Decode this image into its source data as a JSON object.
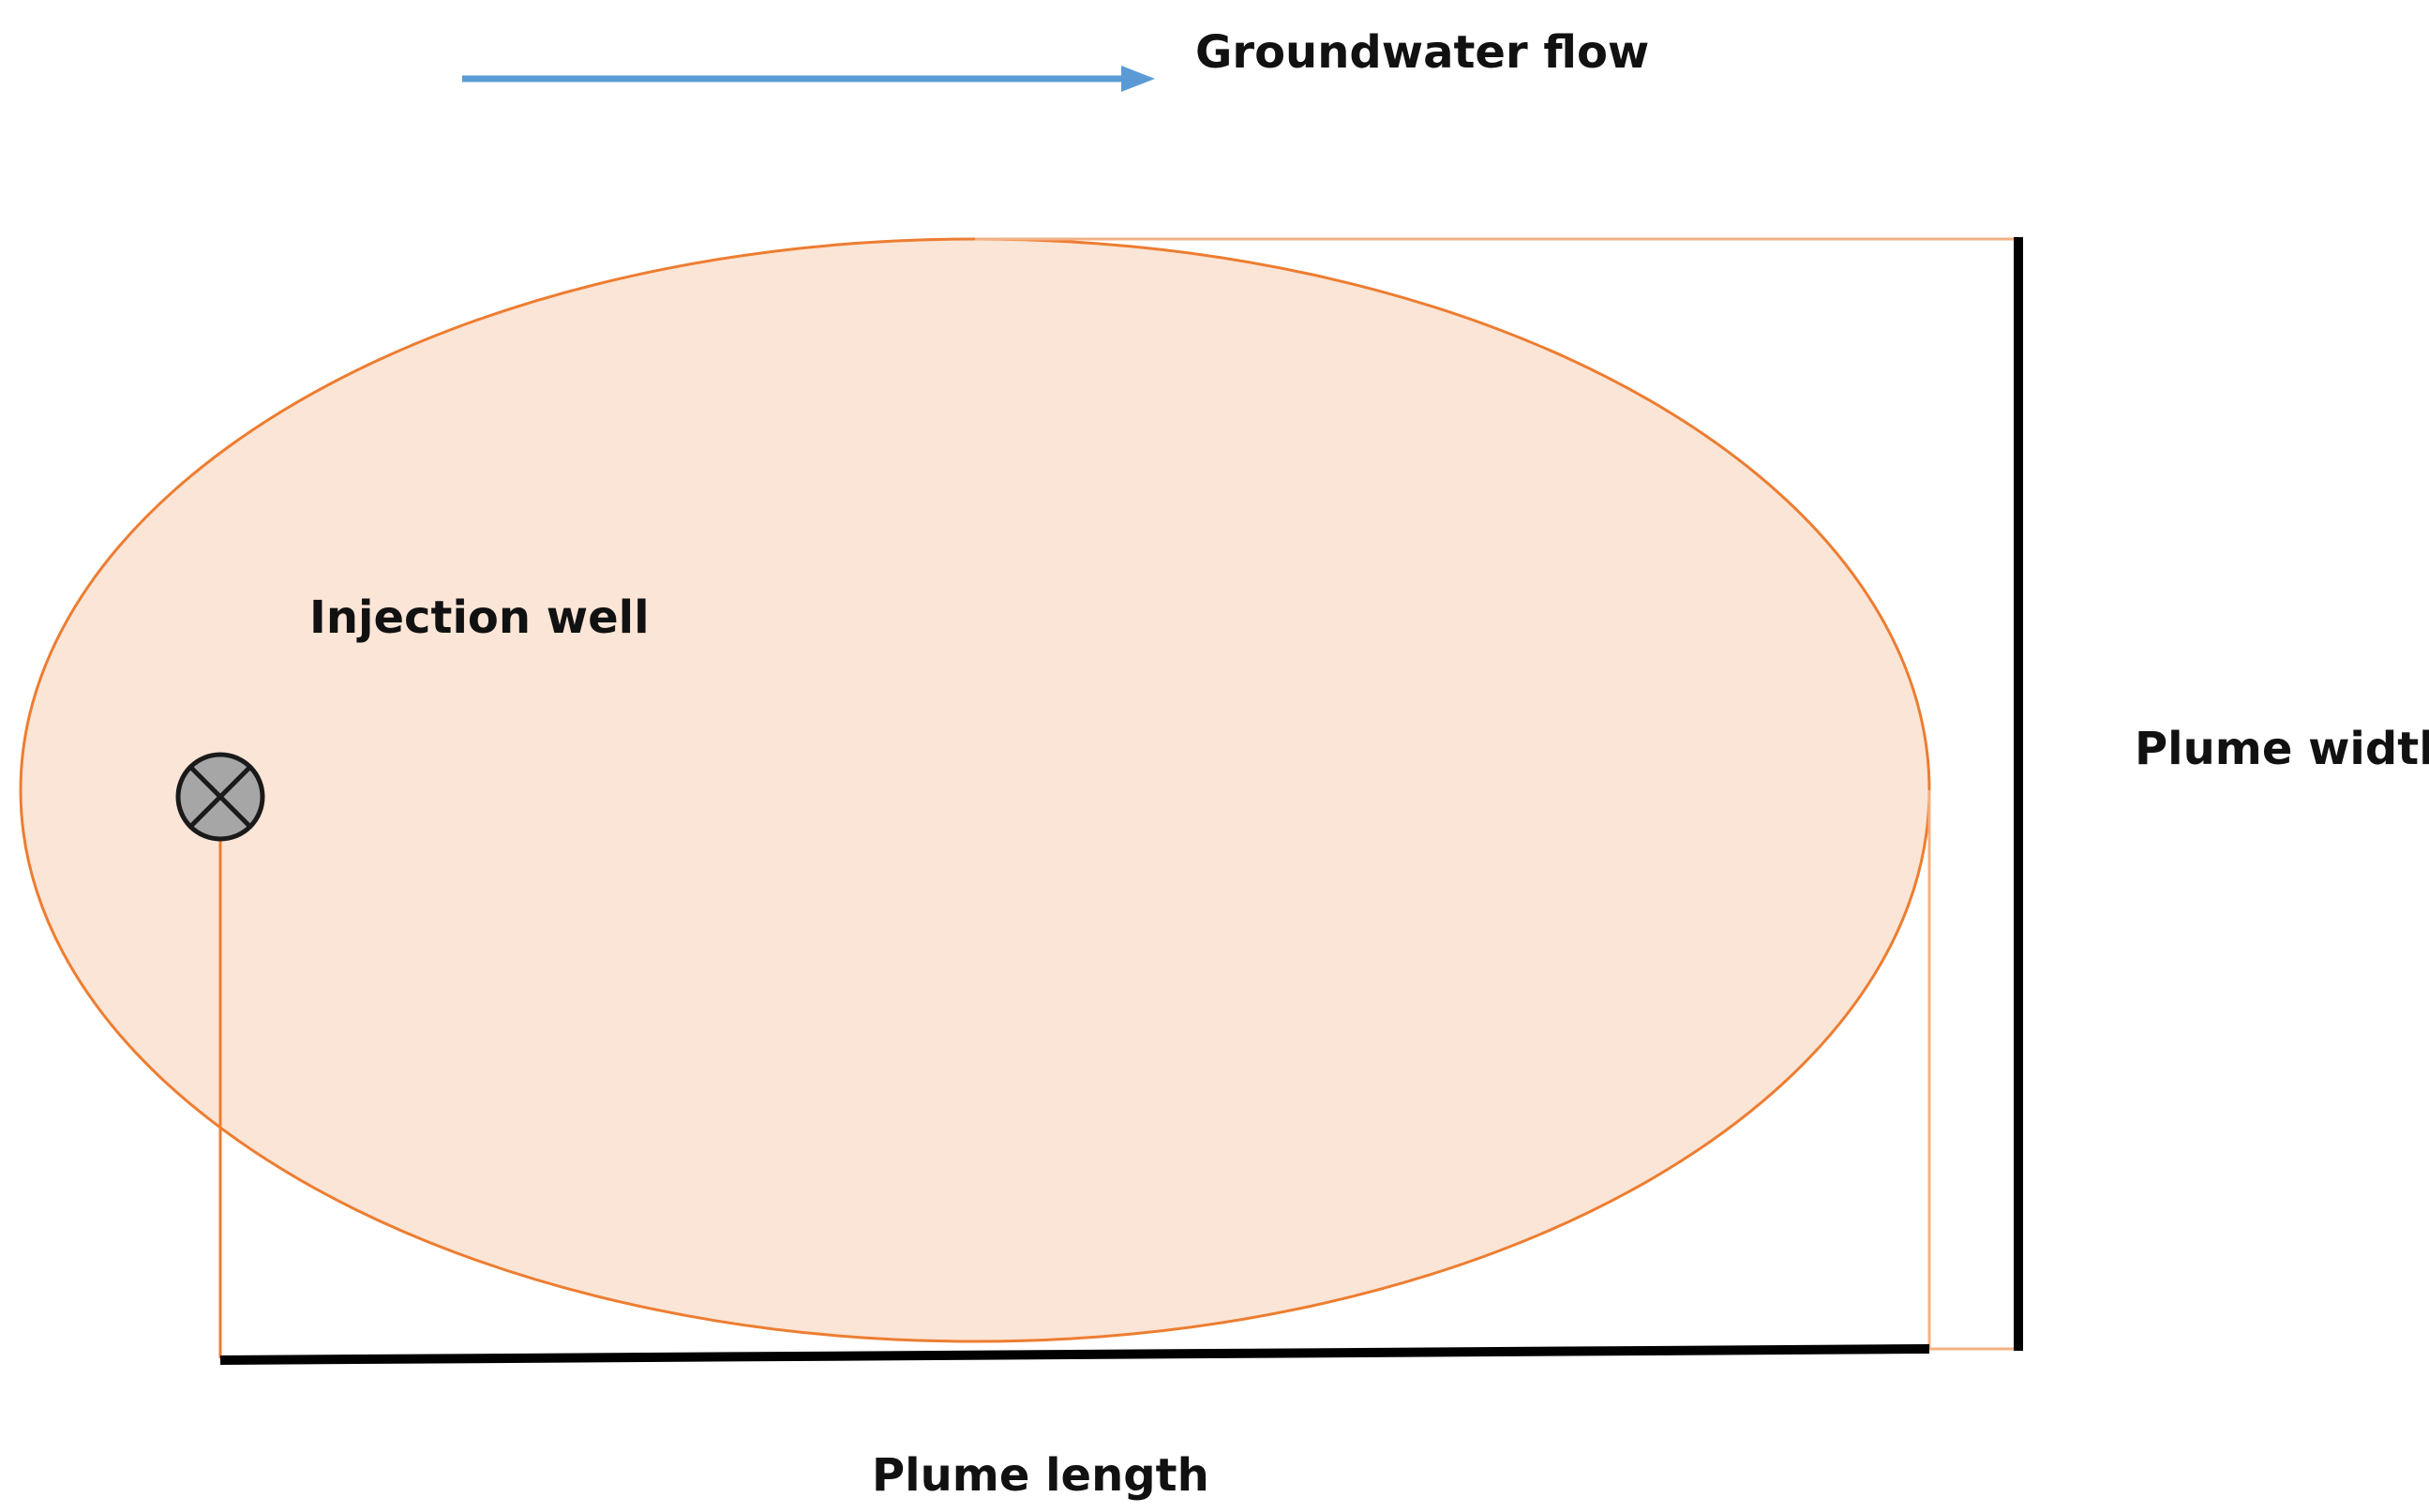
{
  "labels": {
    "groundwater_flow": "Groundwater flow",
    "injection_well": "Injection well",
    "plume_width": "Plume width",
    "plume_length": "Plume length"
  },
  "colors": {
    "flow_arrow": "#5b9bd5",
    "plume_fill": "#fbe5d6",
    "plume_stroke": "#ed7d31",
    "well_fill": "#a6a6a6",
    "dimension_line": "#000000",
    "text": "#111111"
  },
  "icons": {
    "injection_well": "circle-x-icon"
  }
}
